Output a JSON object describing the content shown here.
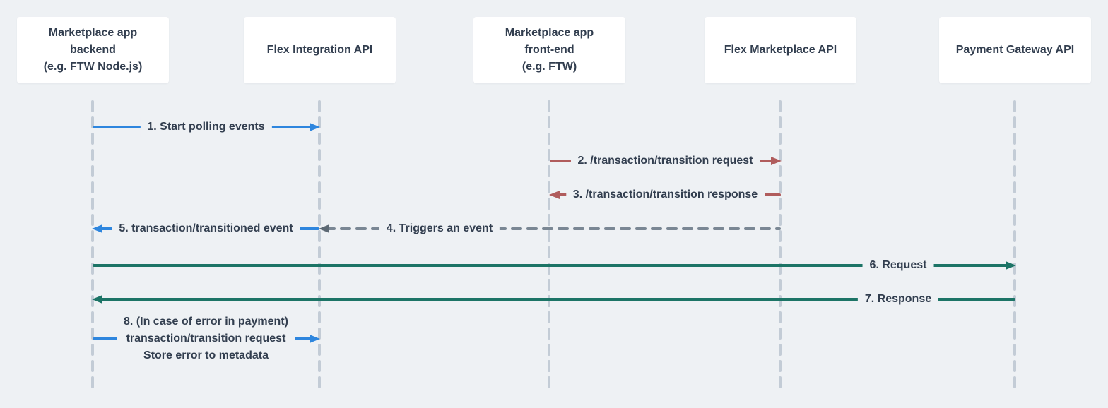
{
  "diagram": {
    "type": "sequence-diagram",
    "colors": {
      "background": "#eef1f4",
      "actor_box": "#ffffff",
      "text": "#323e4f",
      "lifeline": "#c3ccd6",
      "polling_blue": "#2e86de",
      "transition_red": "#b05c5c",
      "payment_green": "#1c7466",
      "event_gray": "#7a8794"
    }
  },
  "actors": [
    {
      "name": "marketplace-app-backend",
      "lines": [
        "Marketplace app",
        "backend",
        "(e.g. FTW Node.js)"
      ]
    },
    {
      "name": "flex-integration-api",
      "lines": [
        "Flex Integration API"
      ]
    },
    {
      "name": "marketplace-app-frontend",
      "lines": [
        "Marketplace app",
        "front-end",
        "(e.g. FTW)"
      ]
    },
    {
      "name": "flex-marketplace-api",
      "lines": [
        "Flex Marketplace API"
      ]
    },
    {
      "name": "payment-gateway-api",
      "lines": [
        "Payment Gateway API"
      ]
    }
  ],
  "messages": [
    {
      "label": "1. Start polling events",
      "from": "Marketplace app backend",
      "to": "Flex Integration API",
      "direction": "right",
      "line_style": "solid",
      "color": "#2e86de"
    },
    {
      "label": "2. /transaction/transition request",
      "from": "Marketplace app front-end",
      "to": "Flex Marketplace API",
      "direction": "right",
      "line_style": "solid",
      "color": "#b05c5c"
    },
    {
      "label": "3. /transaction/transition response",
      "from": "Flex Marketplace API",
      "to": "Marketplace app front-end",
      "direction": "left",
      "line_style": "solid",
      "color": "#b05c5c"
    },
    {
      "label": "4. Triggers an event",
      "from": "Flex Marketplace API",
      "to": "Flex Integration API",
      "direction": "left",
      "line_style": "dashed",
      "color": "#7a8794"
    },
    {
      "label": "5. transaction/transitioned event",
      "from": "Flex Integration API",
      "to": "Marketplace app backend",
      "direction": "left",
      "line_style": "solid",
      "color": "#2e86de"
    },
    {
      "label": "6. Request",
      "from": "Marketplace app backend",
      "to": "Payment Gateway API",
      "direction": "right",
      "line_style": "solid",
      "color": "#1c7466"
    },
    {
      "label": "7. Response",
      "from": "Payment Gateway API",
      "to": "Marketplace app backend",
      "direction": "left",
      "line_style": "solid",
      "color": "#1c7466"
    },
    {
      "label_lines": [
        "8. (In case of error in payment)",
        "transaction/transition request",
        "Store error to metadata"
      ],
      "from": "Marketplace app backend",
      "to": "Flex Integration API",
      "direction": "right",
      "line_style": "solid",
      "color": "#2e86de"
    }
  ]
}
